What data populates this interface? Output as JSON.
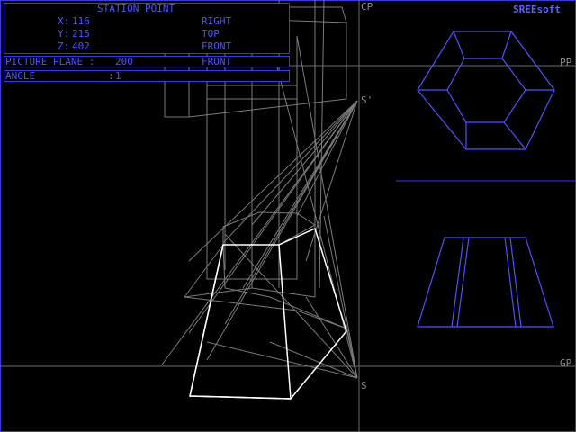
{
  "station_point": {
    "title": "STATION POINT",
    "x_label": "X:",
    "x_value": "116",
    "y_label": "Y:",
    "y_value": "215",
    "z_label": "Z:",
    "z_value": "402",
    "views": [
      "RIGHT",
      "TOP",
      "FRONT"
    ]
  },
  "picture_plane": {
    "label": "PICTURE PLANE :",
    "value": "200",
    "view": "FRONT"
  },
  "angle": {
    "label": "ANGLE",
    "separator": ":",
    "value": "1"
  },
  "brand": "SREEsoft",
  "axis_labels": {
    "cp": "CP",
    "pp": "PP",
    "gp": "GP",
    "s_prime": "S'",
    "s": "S"
  },
  "colors": {
    "ui_blue": "#4a4af0",
    "guide_gray": "#808080",
    "object_white": "#ffffff",
    "view_blue": "#5050ff"
  }
}
